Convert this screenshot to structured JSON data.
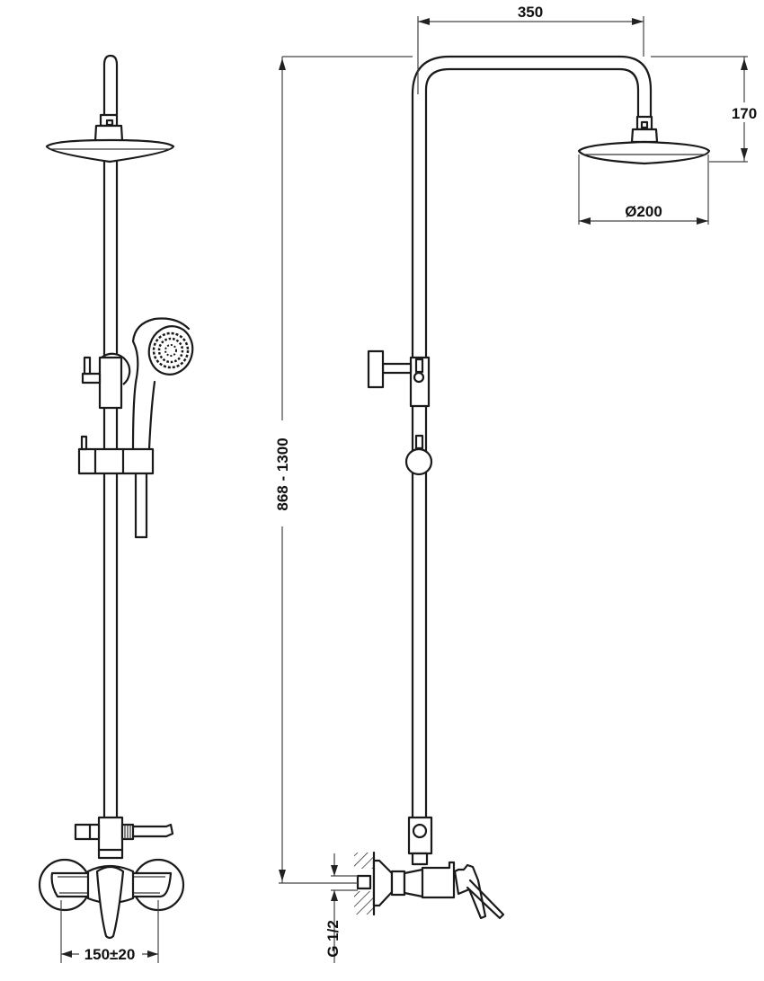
{
  "drawing": {
    "title": "Shower column technical drawing",
    "views": [
      {
        "name": "front-view",
        "description": "Front elevation"
      },
      {
        "name": "side-view",
        "description": "Side elevation"
      }
    ],
    "dimensions": {
      "arm_reach": "350",
      "head_drop": "170",
      "head_diameter": "Ø200",
      "column_height": "868 - 1300",
      "inlet_spacing": "150±20",
      "inlet_thread": "G 1/2"
    },
    "colors": {
      "line": "#1a1a1a",
      "dimension_line": "#444444",
      "background": "#ffffff"
    }
  }
}
